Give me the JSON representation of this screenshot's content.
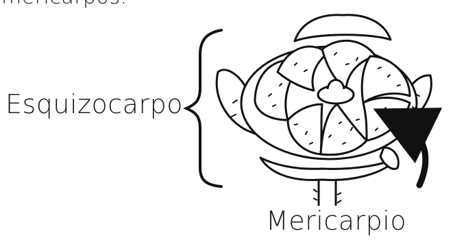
{
  "caption_fragment": "mericarpos.",
  "labels": {
    "schizocarp": "Esquizocarpo",
    "mericarp": "Mericarpio"
  }
}
